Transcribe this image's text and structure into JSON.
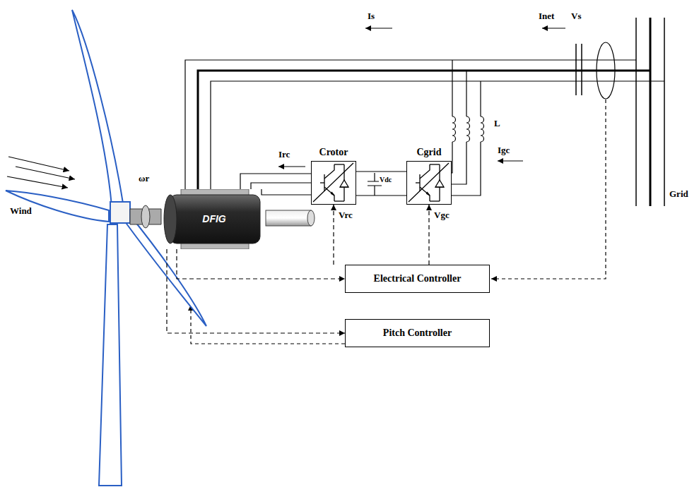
{
  "diagram": {
    "nodes": [
      {
        "text": [
          "DFIG"
        ]
      },
      {
        "text": [
          "Crotor"
        ]
      },
      {
        "text": [
          "Cgrid"
        ]
      },
      {
        "text": [
          "Electrical Controller"
        ]
      },
      {
        "text": [
          "Pitch Controller"
        ]
      }
    ],
    "edges": [
      {
        "from": 0,
        "to": 1,
        "arrow": "none"
      },
      {
        "from": 1,
        "to": 2,
        "arrow": "none",
        "label": "Vdc"
      },
      {
        "from": 3,
        "to": 1,
        "arrow": "to",
        "label": "Vrc"
      },
      {
        "from": 3,
        "to": 2,
        "arrow": "to",
        "label": "Vgc"
      },
      {
        "from": 0,
        "to": 3,
        "arrow": "to"
      },
      {
        "from": 0,
        "to": 4,
        "arrow": "to"
      }
    ],
    "labels": [
      "Is",
      "Inet",
      "Vs",
      "Irc",
      "Igc",
      "L",
      "ωr",
      "Wind",
      "Grid"
    ]
  }
}
